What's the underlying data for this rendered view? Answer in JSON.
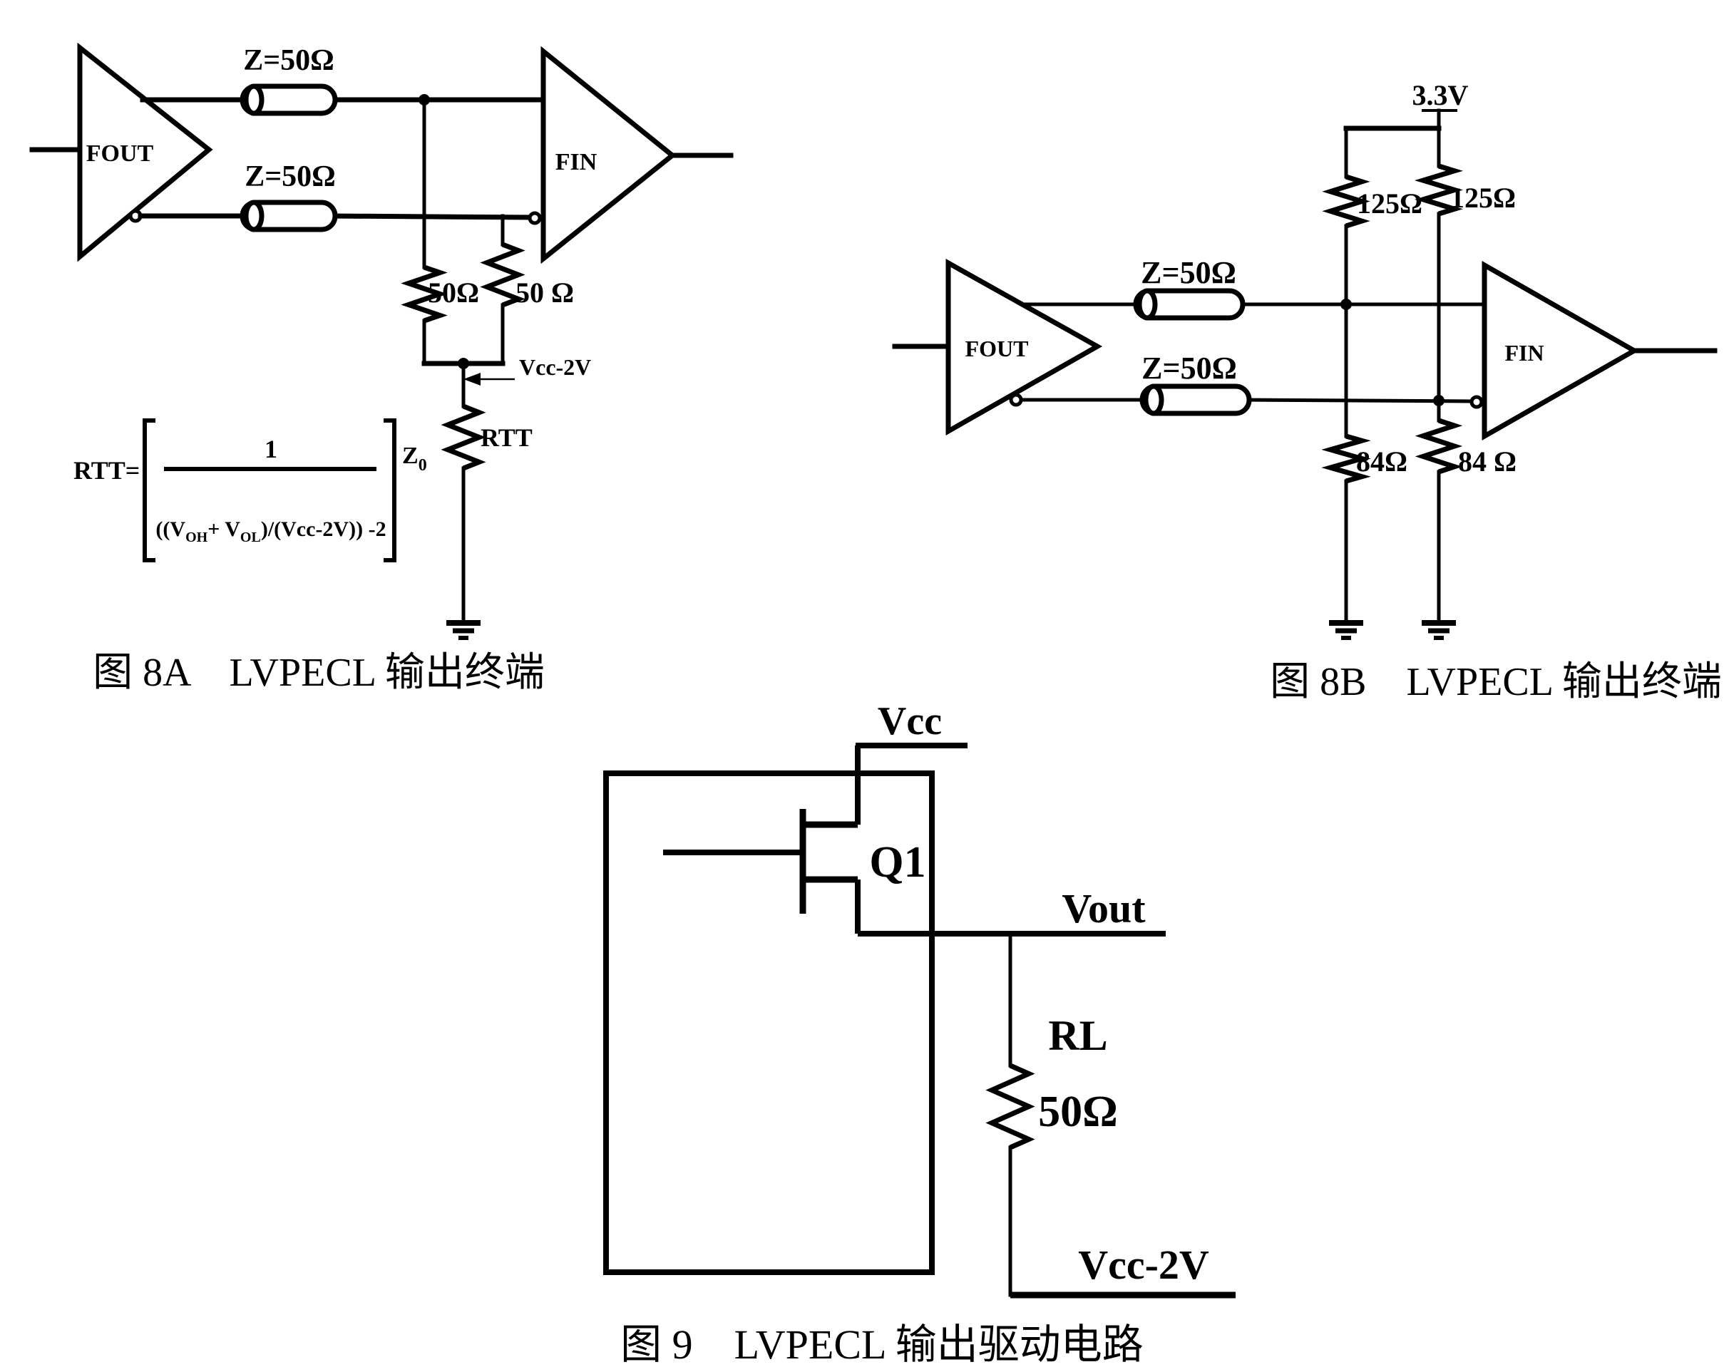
{
  "colors": {
    "ink": "#000000",
    "background": "#ffffff"
  },
  "figure_8a": {
    "caption": "图 8A　LVPECL 输出终端",
    "fout_label": "FOUT",
    "fin_label": "FIN",
    "tline_top_label": "Z=50Ω",
    "tline_bottom_label": "Z=50Ω",
    "term_resistor_left_label": "50Ω",
    "term_resistor_right_label": "50 Ω",
    "node_label": "Vcc-2V",
    "rtt_resistor_label": "RTT",
    "formula": {
      "lhs": "RTT=",
      "numerator": "1",
      "den_p1": "((V",
      "den_sub1": "OH",
      "den_p2": "+ V",
      "den_sub2": "OL",
      "den_p3": ")/(Vcc-2V)) -2",
      "z": "Z",
      "z_sub": "0"
    }
  },
  "figure_8b": {
    "caption": "图 8B　LVPECL 输出终端",
    "supply_label": "3.3V",
    "fout_label": "FOUT",
    "fin_label": "FIN",
    "tline_top_label": "Z=50Ω",
    "tline_bottom_label": "Z=50Ω",
    "pullup_left_label": "125Ω",
    "pullup_right_label": "125Ω",
    "pulldown_left_label": "84Ω",
    "pulldown_right_label": "84 Ω"
  },
  "figure_9": {
    "caption": "图 9　LVPECL 输出驱动电路",
    "vcc_label": "Vcc",
    "transistor_label": "Q1",
    "vout_label": "Vout",
    "rl_label": "RL",
    "rl_value": "50Ω",
    "node_label": "Vcc-2V"
  }
}
